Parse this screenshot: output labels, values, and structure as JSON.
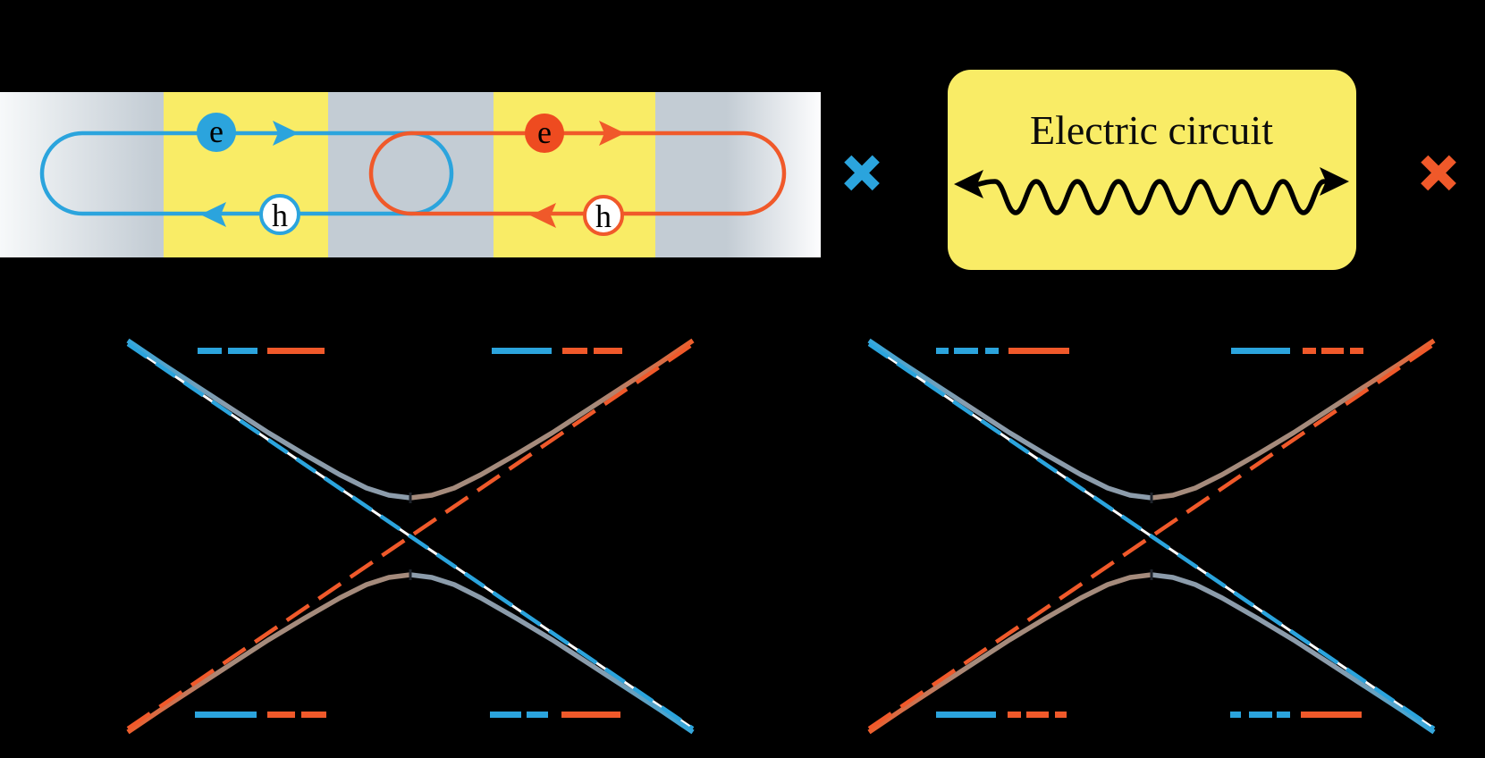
{
  "figure": {
    "background_color": "#000000",
    "palette": {
      "blue": "#2BA4DD",
      "orange": "#F0592A",
      "orange_fill": "#EE4B20",
      "yellow": "#F9EC66",
      "gray_band": "#C3CCD4",
      "hybrid_gray": "#8C9CAB",
      "hybrid_brown": "#A58B7C",
      "white_underlay": "#FFFFFF",
      "black": "#000000"
    },
    "schematic": {
      "electron_label": "e",
      "hole_label": "h"
    },
    "operators": {
      "times_blue": "×",
      "times_orange": "×"
    },
    "circuit_box": {
      "label": "Electric circuit"
    }
  },
  "chart_data": [
    {
      "type": "line",
      "panel": "left",
      "title": "",
      "axes_shown": false,
      "description": "Schematic dispersion: two counter-propagating chiral modes (blue and orange dashed lines) cross linearly; coupling opens an avoided crossing (solid bands, gray-blue to brown) with a small gap marked by dark ticks at the two hyperbola vertices.",
      "series": [
        {
          "name": "blue chiral mode",
          "style": "dashed",
          "color": "#2BA4DD",
          "x": [
            -1,
            1
          ],
          "y": [
            1,
            -1
          ]
        },
        {
          "name": "orange chiral mode",
          "style": "dashed",
          "color": "#F0592A",
          "x": [
            -1,
            1
          ],
          "y": [
            -1,
            1
          ]
        },
        {
          "name": "hybridized upper band",
          "style": "solid",
          "color_left": "#8C9CAB",
          "color_right": "#A58B7C",
          "shape": "upper hyperbola branch, avoided crossing at center"
        },
        {
          "name": "hybridized lower band",
          "style": "solid",
          "color_left": "#A58B7C",
          "color_right": "#8C9CAB",
          "shape": "lower hyperbola branch, avoided crossing at center"
        }
      ],
      "band_character_marks": {
        "top_left": [
          "blue-dash",
          "blue-dash",
          "orange-long-dash"
        ],
        "top_right": [
          "blue-long-dash",
          "orange-dash",
          "orange-dash"
        ],
        "bottom_left": [
          "blue-long-dash",
          "orange-dash",
          "orange-dash"
        ],
        "bottom_right": [
          "blue-dash",
          "blue-dash",
          "orange-long-dash"
        ]
      }
    },
    {
      "type": "line",
      "panel": "right",
      "title": "",
      "axes_shown": false,
      "description": "Same avoided-crossing dispersion as left panel, but band-character marks use a dash-dot-dash admixture pattern (circuit-coupled case).",
      "series": [
        {
          "name": "blue chiral mode",
          "style": "dashed",
          "color": "#2BA4DD",
          "x": [
            -1,
            1
          ],
          "y": [
            1,
            -1
          ]
        },
        {
          "name": "orange chiral mode",
          "style": "dashed",
          "color": "#F0592A",
          "x": [
            -1,
            1
          ],
          "y": [
            -1,
            1
          ]
        },
        {
          "name": "hybridized upper band",
          "style": "solid",
          "color_left": "#8C9CAB",
          "color_right": "#A58B7C",
          "shape": "upper hyperbola branch, avoided crossing at center"
        },
        {
          "name": "hybridized lower band",
          "style": "solid",
          "color_left": "#A58B7C",
          "color_right": "#8C9CAB",
          "shape": "lower hyperbola branch, avoided crossing at center"
        }
      ],
      "band_character_marks": {
        "top_left": [
          "blue-dot",
          "blue-dash",
          "blue-dot",
          "orange-long-dash"
        ],
        "top_right": [
          "blue-long-dash",
          "orange-dot",
          "orange-dash",
          "orange-dot"
        ],
        "bottom_left": [
          "blue-long-dash",
          "orange-dot",
          "orange-dash",
          "orange-dot"
        ],
        "bottom_right": [
          "blue-dot",
          "blue-dash",
          "blue-dot",
          "orange-long-dash"
        ]
      }
    }
  ]
}
